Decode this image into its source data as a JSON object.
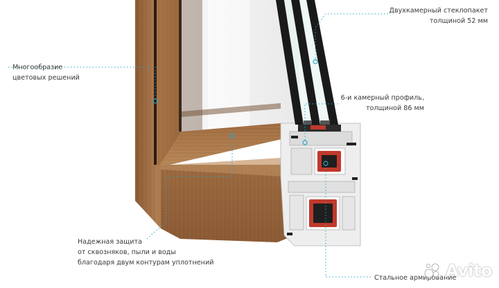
{
  "callouts": {
    "glass_unit": {
      "line1": "Двухкамерный стеклопакет",
      "line2": "толщиной 52 мм"
    },
    "color_options": {
      "line1": "Многообразие",
      "line2": "цветовых решений"
    },
    "profile": {
      "line1": "6-и камерный профиль,",
      "line2": "толщиной 86 мм"
    },
    "protection": {
      "line1": "Надежная защита",
      "line2": "от сквозняков, пыли и воды",
      "line3": "благодаря двум контурам уплотнений"
    },
    "reinforcement": {
      "line1": "Стальное армирование"
    }
  },
  "watermark": {
    "brand": "Avito"
  },
  "colors": {
    "accent": "#2aa7c9",
    "wood": "#a9764b",
    "wood_dark": "#7a4f2c",
    "pvc": "#f2f2f2",
    "steel_red": "#c0392b"
  }
}
